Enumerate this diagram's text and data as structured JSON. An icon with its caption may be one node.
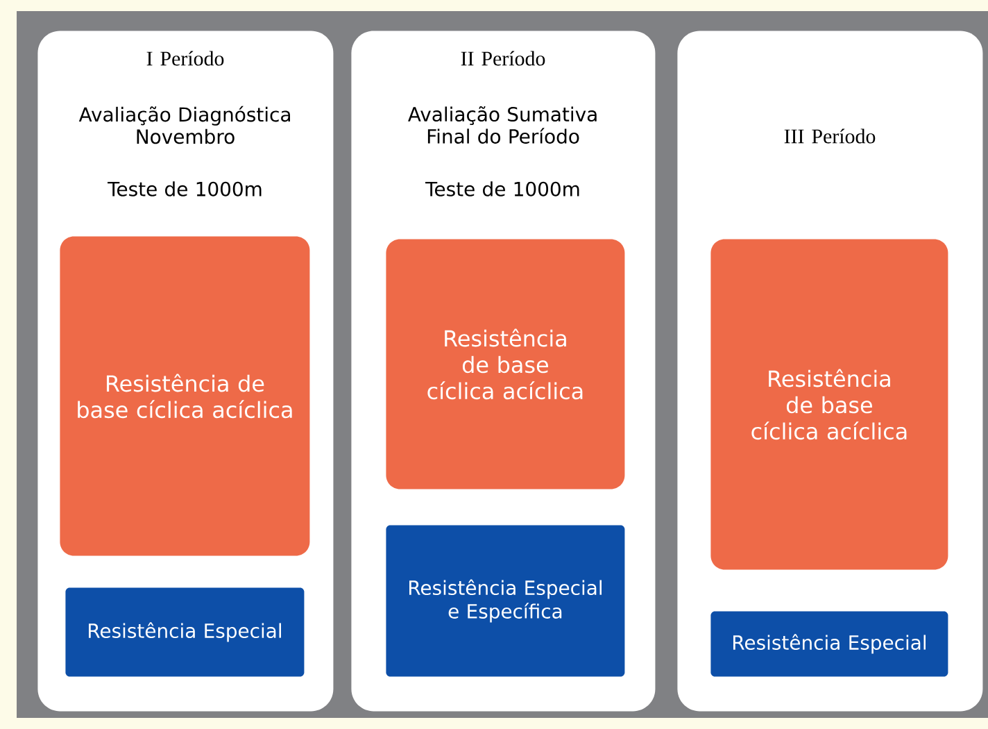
{
  "diagram": {
    "nodes": [
      {
        "text": [
          "I Período",
          "Avaliação Diagnóstica Novembro",
          "Teste de 1000m"
        ]
      },
      {
        "text": [
          "Resistência de base cíclica acíclica"
        ],
        "in": 0
      },
      {
        "text": [
          "Resistência Especial"
        ],
        "in": 0
      },
      {
        "text": [
          "II Período",
          "Avaliação Sumativa Final do Período",
          "Teste de 1000m"
        ]
      },
      {
        "text": [
          "Resistência de base cíclica acíclica"
        ],
        "in": 3
      },
      {
        "text": [
          "Resistência Especial e Específica"
        ],
        "in": 3
      },
      {
        "text": [
          "III Período"
        ]
      },
      {
        "text": [
          "Resistência de base cíclica acíclica"
        ],
        "in": 6
      },
      {
        "text": [
          "Resistência Especial"
        ],
        "in": 6
      }
    ]
  }
}
